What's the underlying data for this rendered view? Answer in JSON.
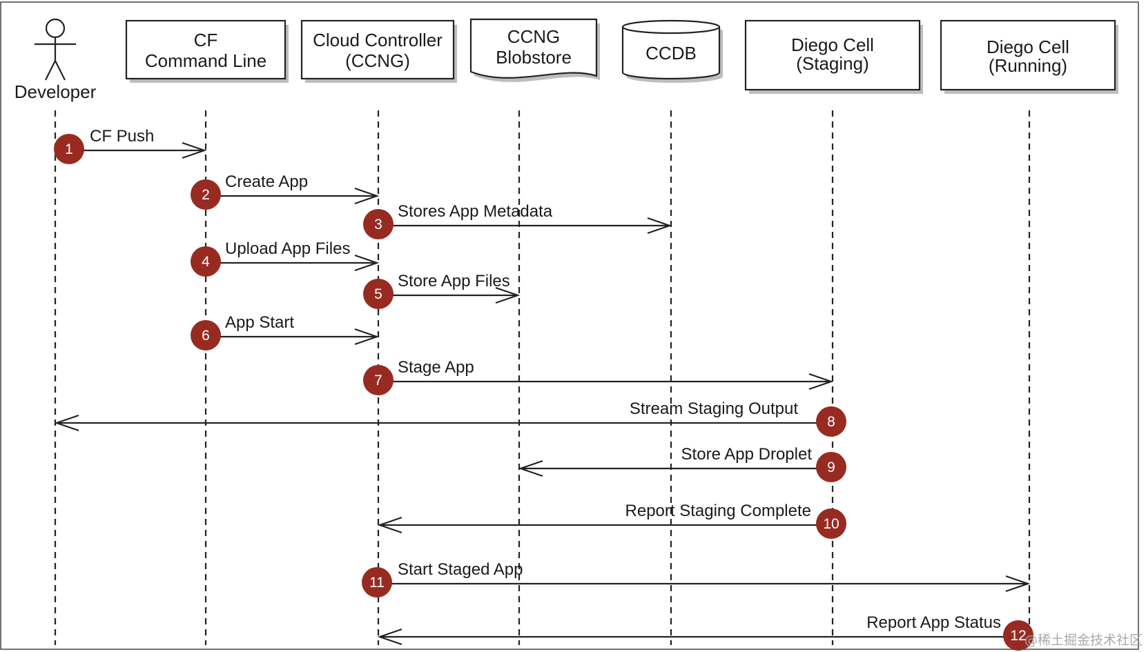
{
  "actor": {
    "label": "Developer"
  },
  "participants": [
    {
      "id": "cli",
      "lines": [
        "CF",
        "Command Line"
      ]
    },
    {
      "id": "cc",
      "lines": [
        "Cloud Controller",
        "(CCNG)"
      ]
    },
    {
      "id": "blob",
      "lines": [
        "CCNG",
        "Blobstore"
      ]
    },
    {
      "id": "ccdb",
      "lines": [
        "CCDB"
      ]
    },
    {
      "id": "staging",
      "lines": [
        "Diego Cell",
        "(Staging)"
      ]
    },
    {
      "id": "running",
      "lines": [
        "Diego Cell",
        "(Running)"
      ]
    }
  ],
  "messages": [
    {
      "num": "1",
      "label": "CF Push",
      "from": "developer",
      "to": "cli"
    },
    {
      "num": "2",
      "label": "Create App",
      "from": "cli",
      "to": "cc"
    },
    {
      "num": "3",
      "label": "Stores App Metadata",
      "from": "cc",
      "to": "ccdb"
    },
    {
      "num": "4",
      "label": "Upload App Files",
      "from": "cli",
      "to": "cc"
    },
    {
      "num": "5",
      "label": "Store App Files",
      "from": "cc",
      "to": "blob"
    },
    {
      "num": "6",
      "label": "App Start",
      "from": "cli",
      "to": "cc"
    },
    {
      "num": "7",
      "label": "Stage App",
      "from": "cc",
      "to": "staging"
    },
    {
      "num": "8",
      "label": "Stream Staging Output",
      "from": "staging",
      "to": "developer"
    },
    {
      "num": "9",
      "label": "Store App Droplet",
      "from": "staging",
      "to": "blob"
    },
    {
      "num": "10",
      "label": "Report Staging Complete",
      "from": "staging",
      "to": "cc"
    },
    {
      "num": "11",
      "label": "Start Staged App",
      "from": "cc",
      "to": "running"
    },
    {
      "num": "12",
      "label": "Report App Status",
      "from": "running",
      "to": "cc"
    }
  ],
  "watermark": "@稀土掘金技术社区",
  "colors": {
    "step_circle": "#972b22",
    "line": "#222222",
    "shadow": "#bdbdbd"
  }
}
